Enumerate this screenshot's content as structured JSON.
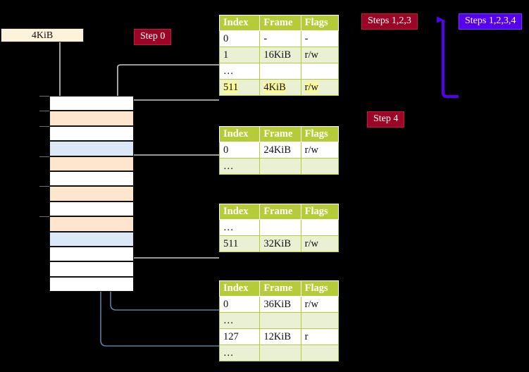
{
  "legend": {
    "kib_box_label": "4KiB"
  },
  "badges": [
    {
      "id": "step0",
      "label": "Step 0",
      "color": "#9c0626"
    },
    {
      "id": "step123",
      "label": "Steps 1,2,3",
      "color": "#9c0626"
    },
    {
      "id": "step1234",
      "label": "Steps 1,2,3,4",
      "color": "#5500ee"
    },
    {
      "id": "step4",
      "label": "Step 4",
      "color": "#9c0626"
    }
  ],
  "colors": {
    "background": "#000000",
    "table_header": "#b5cc38",
    "table_row_alt": "#eaf0d4",
    "highlight": "#fbf79b",
    "mem_peach": "#fde5ce",
    "mem_blue": "#dbe8f7",
    "legend_box": "#fdf3da",
    "gray_arrow": "#cccccc",
    "blue_arrow": "#5b7fa6",
    "purple_arrow": "#5500ee"
  },
  "tables": [
    {
      "name": "page-table-level-0",
      "headers": [
        "Index",
        "Frame",
        "Flags"
      ],
      "rows": [
        {
          "cells": [
            "0",
            "-",
            "-"
          ],
          "highlight": [
            false,
            false,
            false
          ]
        },
        {
          "cells": [
            "1",
            "16KiB",
            "r/w"
          ],
          "highlight": [
            false,
            false,
            false
          ]
        },
        {
          "cells": [
            "…",
            "",
            ""
          ],
          "highlight": [
            false,
            false,
            false
          ]
        },
        {
          "cells": [
            "511",
            "4KiB",
            "r/w"
          ],
          "highlight": [
            true,
            true,
            true
          ]
        }
      ]
    },
    {
      "name": "page-table-level-1",
      "headers": [
        "Index",
        "Frame",
        "Flags"
      ],
      "rows": [
        {
          "cells": [
            "0",
            "24KiB",
            "r/w"
          ],
          "highlight": [
            false,
            false,
            false
          ]
        },
        {
          "cells": [
            "…",
            "",
            ""
          ],
          "highlight": [
            false,
            false,
            false
          ]
        }
      ]
    },
    {
      "name": "page-table-level-2",
      "headers": [
        "Index",
        "Frame",
        "Flags"
      ],
      "rows": [
        {
          "cells": [
            "…",
            "",
            ""
          ],
          "highlight": [
            false,
            false,
            false
          ]
        },
        {
          "cells": [
            "511",
            "32KiB",
            "r/w"
          ],
          "highlight": [
            false,
            false,
            false
          ]
        }
      ]
    },
    {
      "name": "page-table-level-3",
      "headers": [
        "Index",
        "Frame",
        "Flags"
      ],
      "rows": [
        {
          "cells": [
            "0",
            "36KiB",
            "r/w"
          ],
          "highlight": [
            false,
            false,
            false
          ]
        },
        {
          "cells": [
            "…",
            "",
            ""
          ],
          "highlight": [
            false,
            false,
            false
          ]
        },
        {
          "cells": [
            "127",
            "12KiB",
            "r"
          ],
          "highlight": [
            false,
            false,
            false
          ]
        },
        {
          "cells": [
            "…",
            "",
            ""
          ],
          "highlight": [
            false,
            false,
            false
          ]
        }
      ]
    }
  ],
  "memory_column": {
    "name": "physical-memory-frames",
    "cell_count": 13,
    "cells": [
      {
        "index": 0,
        "fill": "white",
        "tick": true
      },
      {
        "index": 1,
        "fill": "peach",
        "tick": true
      },
      {
        "index": 2,
        "fill": "white",
        "tick": true
      },
      {
        "index": 3,
        "fill": "blue",
        "tick": false
      },
      {
        "index": 4,
        "fill": "peach",
        "tick": true
      },
      {
        "index": 5,
        "fill": "white",
        "tick": false
      },
      {
        "index": 6,
        "fill": "peach",
        "tick": true
      },
      {
        "index": 7,
        "fill": "white",
        "tick": false
      },
      {
        "index": 8,
        "fill": "peach",
        "tick": true
      },
      {
        "index": 9,
        "fill": "blue",
        "tick": false
      },
      {
        "index": 10,
        "fill": "white",
        "tick": false
      },
      {
        "index": 11,
        "fill": "white",
        "tick": false
      },
      {
        "index": 12,
        "fill": "white",
        "tick": false
      }
    ]
  }
}
